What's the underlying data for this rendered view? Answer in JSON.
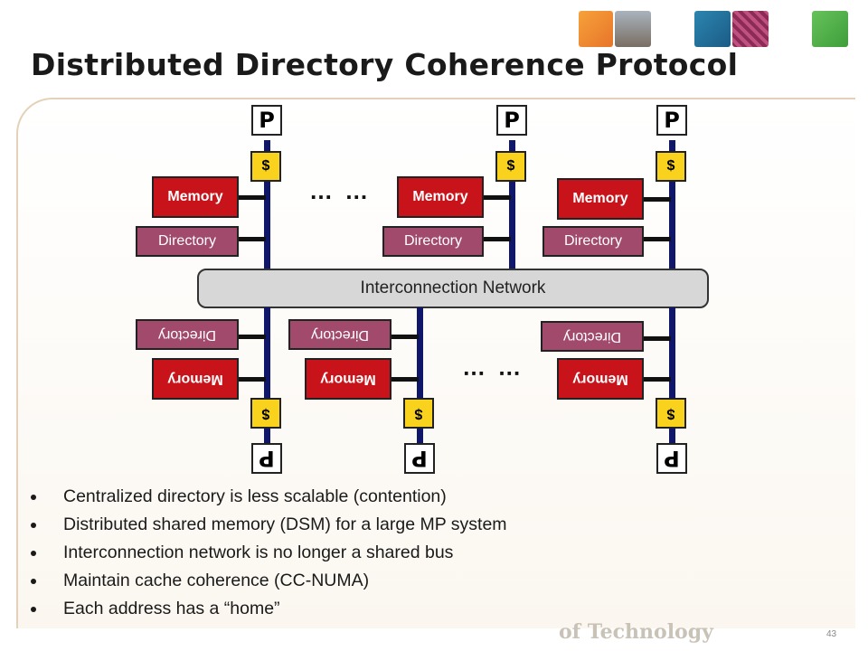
{
  "slide": {
    "title": "Distributed Directory Coherence Protocol",
    "page_number": "43",
    "footer_logo_text": "of Technology"
  },
  "diagram": {
    "processor_label": "P",
    "cache_label": "$",
    "memory_label": "Memory",
    "directory_label": "Directory",
    "network_label": "Interconnection Network",
    "ellipsis": "… …"
  },
  "bullets": [
    "Centralized directory is less scalable (contention)",
    "Distributed shared memory (DSM) for a large MP system",
    "Interconnection network is no longer a shared bus",
    "Maintain cache coherence (CC-NUMA)",
    "Each address has a “home”"
  ],
  "colors": {
    "memory": "#c8131a",
    "directory": "#a14a6c",
    "cache": "#f8d21c",
    "bus": "#10176b",
    "network": "#d7d7d7"
  }
}
